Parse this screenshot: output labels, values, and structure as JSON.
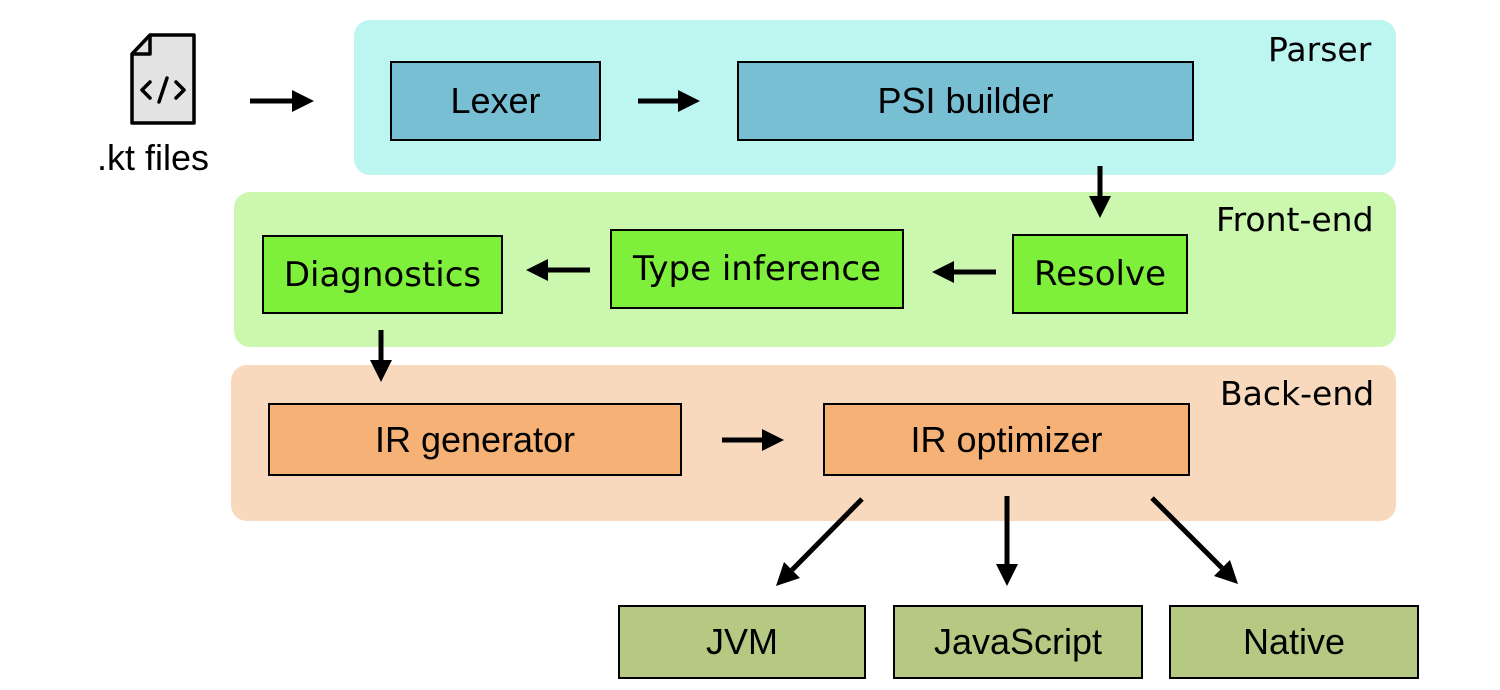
{
  "file": {
    "label": ".kt files",
    "icon": "code-file-icon"
  },
  "panels": {
    "parser": {
      "title": "Parser",
      "color": "#bdf5f1"
    },
    "frontend": {
      "title": "Front-end",
      "color": "#ccf7ae"
    },
    "backend": {
      "title": "Back-end",
      "color": "#f8d9be"
    }
  },
  "nodes": {
    "lexer": "Lexer",
    "psi_builder": "PSI builder",
    "resolve": "Resolve",
    "type_inference": "Type inference",
    "diagnostics": "Diagnostics",
    "ir_generator": "IR generator",
    "ir_optimizer": "IR optimizer",
    "jvm": "JVM",
    "javascript": "JavaScript",
    "native": "Native"
  },
  "colors": {
    "parser_node": "#78bfd4",
    "frontend_node": "#7ef03c",
    "backend_node": "#f6b276",
    "target_node": "#b6c983"
  }
}
